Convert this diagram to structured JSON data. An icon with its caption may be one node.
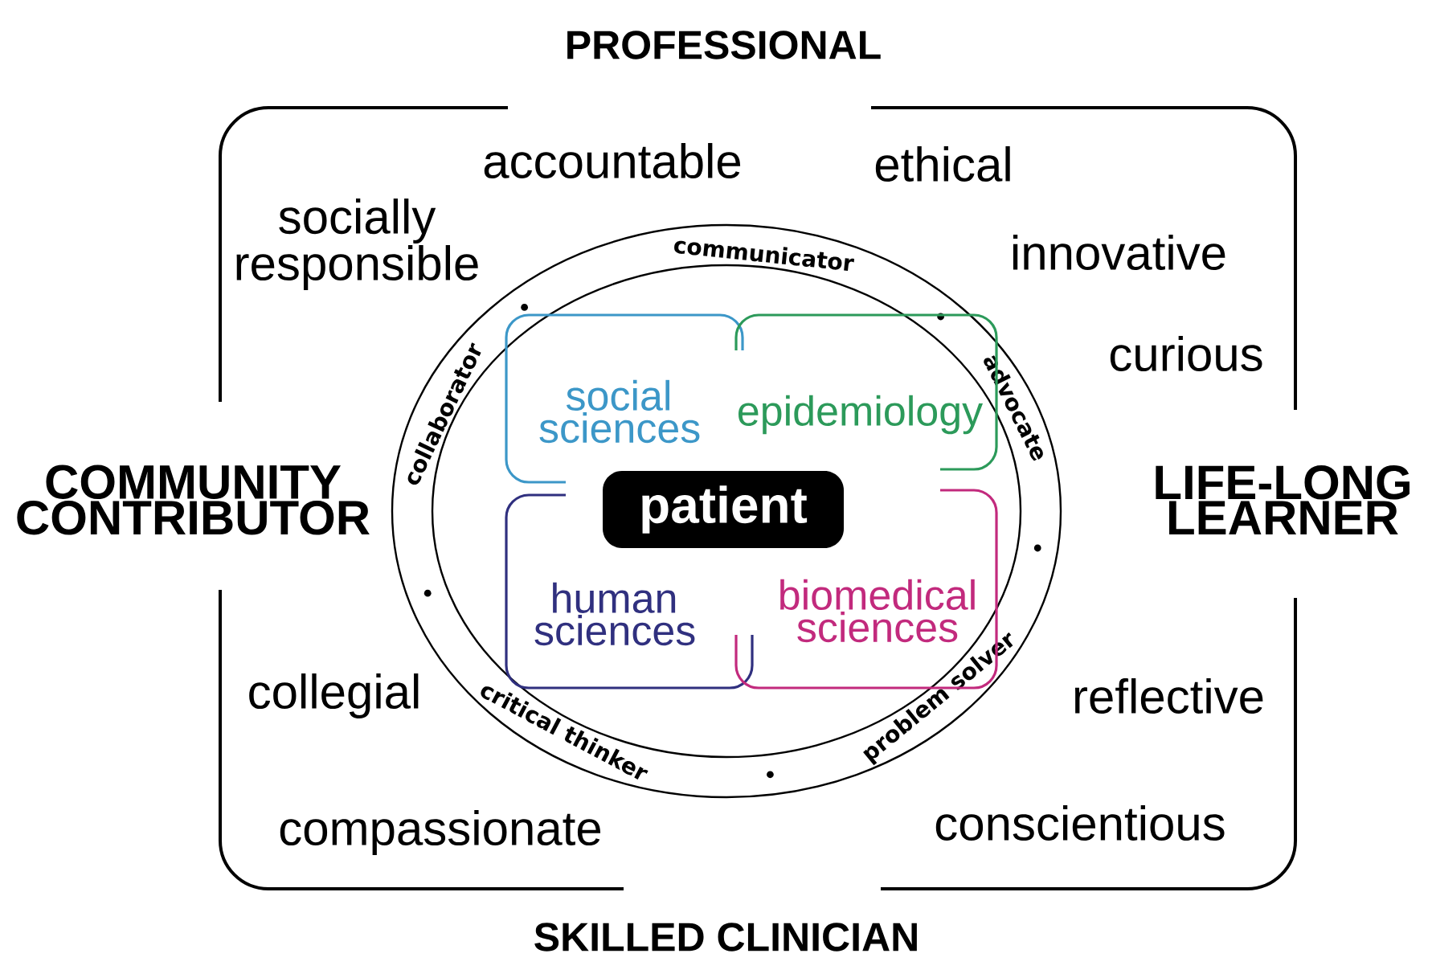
{
  "diagram": {
    "nodes": [
      {
        "text": [
          "PROFESSIONAL",
          "accountable",
          "ethical",
          "socially responsible",
          "innovative",
          "curious",
          "COMMUNITY CONTRIBUTOR",
          "LIFE-LONG LEARNER",
          "collegial",
          "reflective",
          "compassionate",
          "conscientious",
          "SKILLED CLINICIAN"
        ]
      },
      {
        "text": [
          "collaborator",
          "communicator",
          "advocate",
          "problem solver",
          "critical thinker"
        ],
        "in": 0
      },
      {
        "text": [
          "social sciences"
        ],
        "in": 1
      },
      {
        "text": [
          "epidemiology"
        ],
        "in": 1
      },
      {
        "text": [
          "patient"
        ],
        "in": 1
      },
      {
        "text": [
          "human sciences"
        ],
        "in": 1
      },
      {
        "text": [
          "biomedical sciences"
        ],
        "in": 1
      }
    ]
  }
}
